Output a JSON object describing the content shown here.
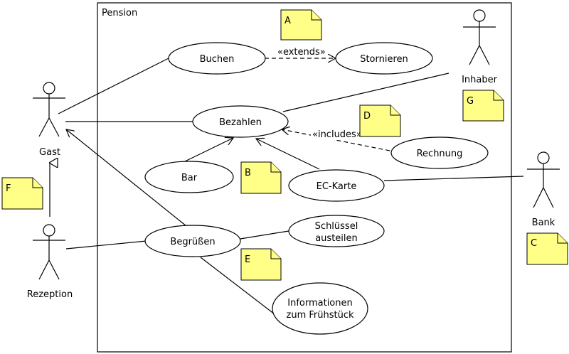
{
  "system": {
    "name": "Pension"
  },
  "actors": {
    "gast": "Gast",
    "rezeption": "Rezeption",
    "inhaber": "Inhaber",
    "bank": "Bank"
  },
  "usecases": {
    "buchen": "Buchen",
    "stornieren": "Stornieren",
    "bezahlen": "Bezahlen",
    "rechnung": "Rechnung",
    "bar": "Bar",
    "ec_karte": "EC-Karte",
    "begruessen": "Begrüßen",
    "schluessel_1": "Schlüssel",
    "schluessel_2": "austeilen",
    "info_1": "Informationen",
    "info_2": "zum Frühstück"
  },
  "relations": {
    "extends": "«extends»",
    "includes": "«includes»"
  },
  "notes": {
    "a": "A",
    "b": "B",
    "c": "C",
    "d": "D",
    "e": "E",
    "f": "F",
    "g": "G"
  },
  "colors": {
    "note_fill": "#ffff88",
    "line": "#000000"
  }
}
